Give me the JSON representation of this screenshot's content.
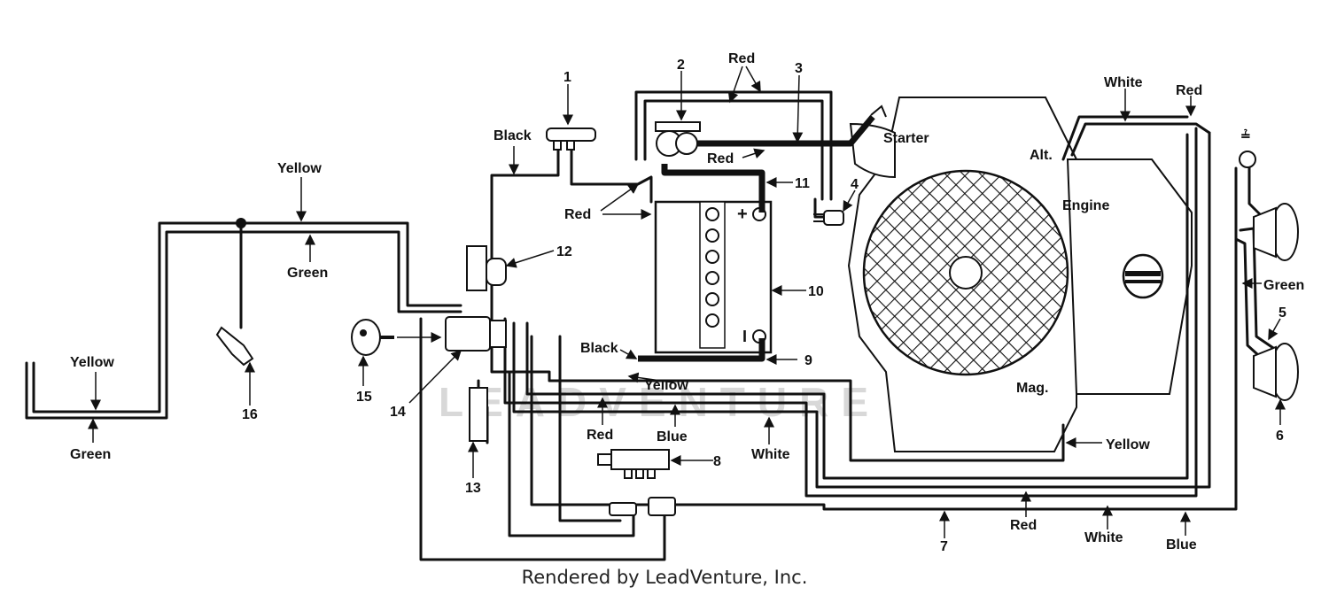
{
  "labels": {
    "red_top": "Red",
    "black_top": "Black",
    "yellow_left_top": "Yellow",
    "green_left": "Green",
    "yellow_far_left": "Yellow",
    "green_far_left": "Green",
    "red_mid": "Red",
    "red_near_battery": "Red",
    "black_bottom": "Black",
    "yellow_center": "Yellow",
    "red_center": "Red",
    "blue_center": "Blue",
    "white_center": "White",
    "white_top_right": "White",
    "red_top_right": "Red",
    "green_right": "Green",
    "yellow_right": "Yellow",
    "red_bottom": "Red",
    "white_bottom": "White",
    "blue_bottom": "Blue",
    "starter": "Starter",
    "alt": "Alt.",
    "engine": "Engine",
    "mag": "Mag."
  },
  "numbers": [
    "1",
    "2",
    "3",
    "4",
    "5",
    "6",
    "7",
    "8",
    "9",
    "10",
    "11",
    "12",
    "13",
    "14",
    "15",
    "16"
  ],
  "symbols": {
    "plus": "+",
    "minus": "-",
    "minus_battery": "I"
  },
  "watermark": "LEADVENTURE",
  "footer": "Rendered by LeadVenture, Inc."
}
